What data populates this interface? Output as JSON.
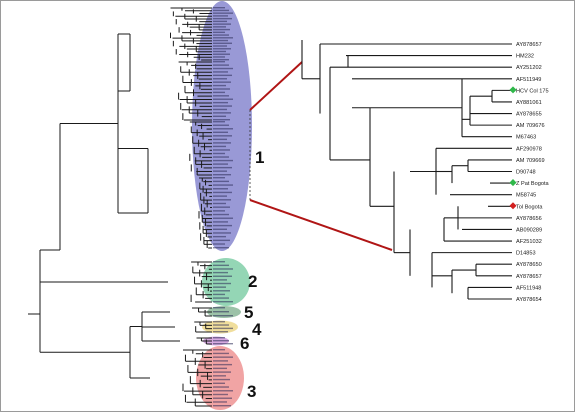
{
  "clades": [
    {
      "id": "1",
      "label": "1",
      "color": "#4646b4"
    },
    {
      "id": "2",
      "label": "2",
      "color": "#3cb478"
    },
    {
      "id": "5",
      "label": "5",
      "color": "#5a9a6e"
    },
    {
      "id": "4",
      "label": "4",
      "color": "#e6c85a"
    },
    {
      "id": "6",
      "label": "6",
      "color": "#b464c8"
    },
    {
      "id": "3",
      "label": "3",
      "color": "#e65a5a"
    }
  ],
  "zoom_tree": {
    "leaves": [
      {
        "label": "AY878657"
      },
      {
        "label": "HM232"
      },
      {
        "label": "AY251202"
      },
      {
        "label": "AF511949"
      },
      {
        "label": "HCV Col 175",
        "marker": "green"
      },
      {
        "label": "AY881061"
      },
      {
        "label": "AY878655"
      },
      {
        "label": "AM 709676"
      },
      {
        "label": "M67463"
      },
      {
        "label": "AF290978"
      },
      {
        "label": "AM 709669"
      },
      {
        "label": "D90748"
      },
      {
        "label": "Z Pat Bogota",
        "marker": "green"
      },
      {
        "label": "M58745"
      },
      {
        "label": "Tol Bogota",
        "marker": "red"
      },
      {
        "label": "AY878656"
      },
      {
        "label": "AB090289"
      },
      {
        "label": "AF251032"
      },
      {
        "label": "D14853"
      },
      {
        "label": "AY878650"
      },
      {
        "label": "AY878657"
      },
      {
        "label": "AF511948"
      },
      {
        "label": "AY878654"
      }
    ],
    "marker_colors": {
      "green": "#2fb84a",
      "red": "#d22020"
    }
  },
  "accent_color": "#b01515"
}
